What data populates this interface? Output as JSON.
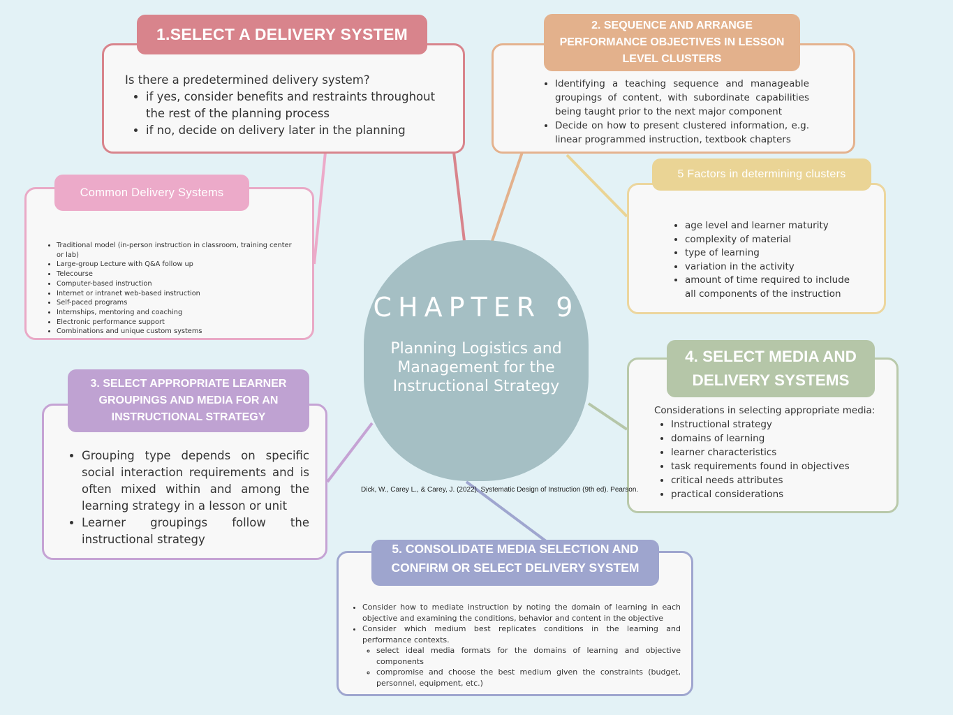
{
  "center": {
    "title": "CHAPTER 9",
    "subtitle": "Planning Logistics and Management for the Instructional Strategy",
    "citation": "Dick, W., Carey L., & Carey, J. (2022). Systematic Design of Instruction (9th ed). Pearson."
  },
  "box1": {
    "header": "1.SELECT A DELIVERY SYSTEM",
    "intro": "Is there a predetermined delivery system?",
    "items": [
      "if yes, consider benefits and restraints throughout the rest of the planning process",
      "if no, decide on delivery later in the planning"
    ]
  },
  "box2": {
    "header": "2. SEQUENCE AND ARRANGE PERFORMANCE OBJECTIVES IN LESSON LEVEL CLUSTERS",
    "items": [
      "Identifying a teaching sequence and manageable groupings of content, with subordinate capabilities being taught prior to the next major component",
      "Decide on how to present clustered information, e.g. linear programmed instruction, textbook chapters"
    ]
  },
  "factors": {
    "header": "5 Factors in determining clusters",
    "items": [
      "age level and learner maturity",
      "complexity of material",
      "type of learning",
      "variation in the activity",
      "amount of time required to include all components of the instruction"
    ]
  },
  "common": {
    "header": "Common Delivery Systems",
    "items": [
      "Traditional model (in-person instruction in classroom, training center or lab)",
      "Large-group Lecture with Q&A follow up",
      "Telecourse",
      "Computer-based instruction",
      "Internet or intranet web-based instruction",
      "Self-paced programs",
      "Internships, mentoring and coaching",
      "Electronic performance support",
      "Combinations and unique custom systems"
    ]
  },
  "box3": {
    "header": "3. SELECT APPROPRIATE LEARNER GROUPINGS AND MEDIA FOR AN INSTRUCTIONAL STRATEGY",
    "items": [
      "Grouping type depends on specific social interaction requirements and is often mixed within and among the learning strategy in a lesson or unit",
      "Learner groupings follow the instructional strategy"
    ]
  },
  "box4": {
    "header": "4. SELECT MEDIA AND DELIVERY SYSTEMS",
    "intro": "Considerations in selecting appropriate media:",
    "items": [
      "Instructional strategy",
      "domains of learning",
      "learner characteristics",
      "task requirements found in objectives",
      "critical needs attributes",
      "practical considerations"
    ]
  },
  "box5": {
    "header": "5. CONSOLIDATE MEDIA SELECTION AND CONFIRM OR SELECT DELIVERY SYSTEM",
    "items": [
      "Consider how to mediate instruction by noting the domain of learning in each objective and examining the conditions, behavior and content in the objective",
      "Consider which medium best replicates conditions in the learning and performance contexts."
    ],
    "subitems": [
      "select ideal media formats for the domains of learning and objective components",
      "compromise and choose the best medium given the constraints (budget, personnel, equipment, etc.)"
    ]
  },
  "colors": {
    "box1": "#d8848c",
    "box2": "#e3b18c",
    "factors": "#ead495",
    "common": "#ecaac9",
    "box3": "#bfa2d2",
    "box4": "#b5c6a8",
    "box5": "#9ea5ce",
    "center": "#a5bfc4",
    "background": "#e3f2f6"
  }
}
